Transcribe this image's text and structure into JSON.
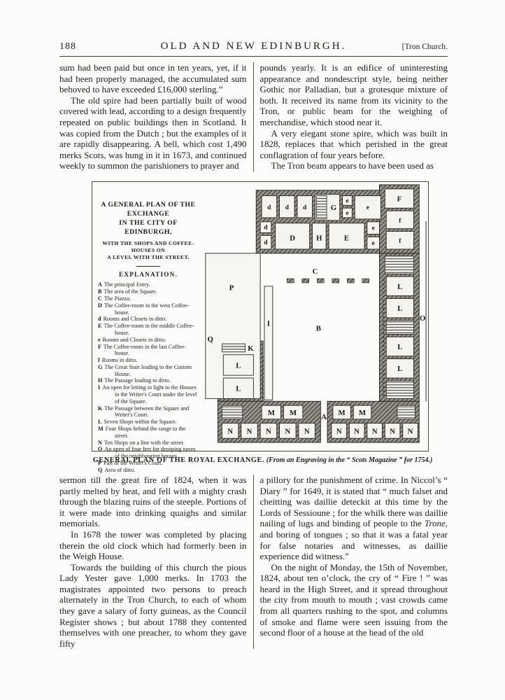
{
  "page": {
    "number": "188",
    "header_title": "OLD AND NEW EDINBURGH.",
    "header_right": "[Tron Church."
  },
  "top_left": {
    "p1": "sum had been paid but once in ten years, yet, if it had been properly managed, the accumulated sum behoved to have exceeded £16,000 sterling.”",
    "p2": "The old spire had been partially built of wood covered with lead, according to a design frequently repeated on public buildings then in Scotland.  It was copied from the Dutch ; but the examples of it are rapidly disappearing.  A bell, which cost 1,490 merks Scots, was hung in it in 1673, and continued weekly to summon the parishioners to prayer and"
  },
  "top_right": {
    "p1": "pounds yearly.  It is an edifice of uninteresting appearance and nondescript style, being neither Gothic nor Palladian, but a grotesque mixture of both.  It received its name from its vicinity to the Tron, or public beam for the weighing of merchandise, which stood near it.",
    "p2": "A very elegant stone spire, which was built in 1828, replaces that which perished in the great conflagration of four years before.",
    "p3": "The Tron beam appears to have been used as"
  },
  "figure": {
    "title_line1": "A GENERAL PLAN OF THE EXCHANGE",
    "title_line2": "IN THE CITY OF EDINBURGH,",
    "subtitle_line1": "WITH THE SHOPS AND COFFEE-HOUSES ON",
    "subtitle_line2": "A LEVEL WITH THE STREET.",
    "explanation_heading": "EXPLANATION.",
    "explanation": [
      {
        "key": "A",
        "text": "The principal Entry."
      },
      {
        "key": "B",
        "text": "The area of the Square."
      },
      {
        "key": "C",
        "text": "The Piazza."
      },
      {
        "key": "D",
        "text": "The Coffee-room in the west Coffee-house."
      },
      {
        "key": "d",
        "text": "Rooms and Closets in ditto."
      },
      {
        "key": "E",
        "text": "The Coffee-room in the middle Coffee-house."
      },
      {
        "key": "e",
        "text": "Rooms and Closets in ditto."
      },
      {
        "key": "F",
        "text": "The Coffee-room in the last Coffee-house."
      },
      {
        "key": "f",
        "text": "Rooms in ditto."
      },
      {
        "key": "G",
        "text": "The Great Stair leading to the Custom House."
      },
      {
        "key": "H",
        "text": "The Passage leading to ditto."
      },
      {
        "key": "I",
        "text": "An open for letting in light to the Houses in the Writer's Court under the level of the Square."
      },
      {
        "key": "K",
        "text": "The Passage between the Square and Writer's Court."
      },
      {
        "key": "L",
        "text": "Seven Shops within the Square."
      },
      {
        "key": "M",
        "text": "Four Shops behind the range to the street."
      },
      {
        "key": "N",
        "text": "Ten Shops on a line with the street."
      },
      {
        "key": "O",
        "text": "An open of four feet for drooping eaves of the neighbouring houses."
      },
      {
        "key": "P",
        "text": "Part of the Writer's Court."
      },
      {
        "key": "Q",
        "text": "Area of ditto."
      }
    ],
    "plan_letters": {
      "A": "A",
      "B": "B",
      "C": "C",
      "D": "D",
      "d": "d",
      "E": "E",
      "e": "e",
      "F": "F",
      "f": "f",
      "G": "G",
      "H": "H",
      "I": "I",
      "K": "K",
      "L": "L",
      "M": "M",
      "N": "N",
      "O": "O",
      "P": "P",
      "Q": "Q"
    },
    "caption_main": "GENERAL PLAN OF THE ROYAL EXCHANGE.",
    "caption_source": "(From an Engraving in the “ Scots Magazine ” for 1754.)"
  },
  "bottom_left": {
    "p1": "sermon till the great fire of 1824, when it was partly melted by heat, and fell with a mighty crash through the blazing ruins of the steeple.  Portions of it were made into drinking quaighs and similar memorials.",
    "p2": "In 1678 the tower was completed by placing therein the old clock which had formerly been in the Weigh House.",
    "p3": "Towards the building of this church the pious Lady Yester gave 1,000 merks.  In 1703 the magistrates appointed two persons to preach alternately in the Tron Church, to each of whom they gave a salary of forty guineas, as the Council Register shows ; but about 1788 they contented themselves with one preacher, to whom they gave fifty"
  },
  "bottom_right": {
    "p1a": "a pillory for the punishment of crime.  In Niccol’s “ Diary ” for 1649, it is stated that “ much falset and cheitting was daillie deteckit at this time by the Lords of Sessioune ;  for the whilk there was daillie nailing of lugs and binding of people to the ",
    "p1_italic": "Trone,",
    "p1b": " and boring of tongues ; so that it was a fatal year for false notaries and witnesses, as daillie experience did witness.”",
    "p2": "On the night of Monday, the 15th of November, 1824, about ten o’clock, the cry of “ Fire ! ” was heard in the High Street, and it spread throughout the city from mouth to mouth ; vast crowds came from all quarters rushing to the spot, and columns of smoke and flame were seen issuing from the second floor of a house at the head of the old"
  }
}
